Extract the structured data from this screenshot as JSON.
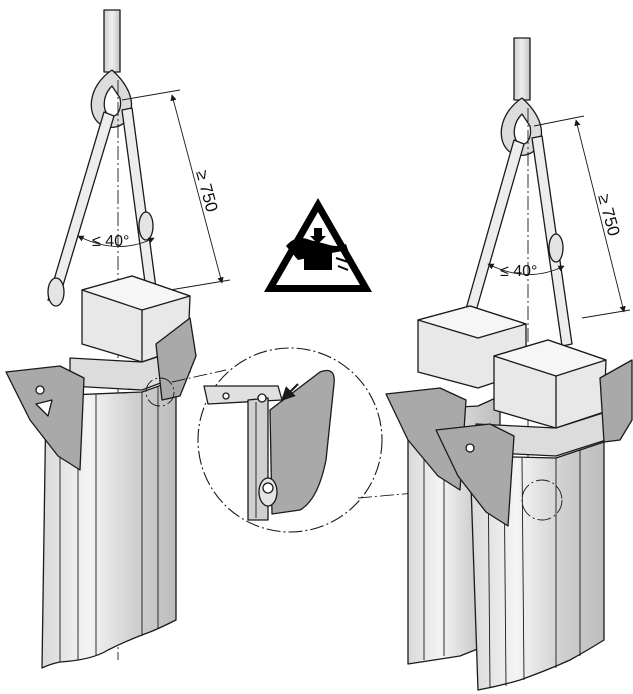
{
  "left_assembly": {
    "sling_length_label": "≥ 750",
    "sling_angle_label": "≤ 40°"
  },
  "right_assembly": {
    "sling_length_label": "≥ 750",
    "sling_angle_label": "≤ 40°"
  },
  "warning_sign": {
    "symbol": "hand-crush-warning-icon",
    "colors": {
      "triangle_fill": "#ffffff",
      "triangle_border": "#000000",
      "pictogram": "#000000"
    }
  },
  "colors": {
    "line": "#1a1a1a",
    "cabinet_light": "#ececec",
    "cabinet_mid": "#cfcfcf",
    "bracket_gray": "#a9a9a9",
    "rope": "#dadada"
  }
}
